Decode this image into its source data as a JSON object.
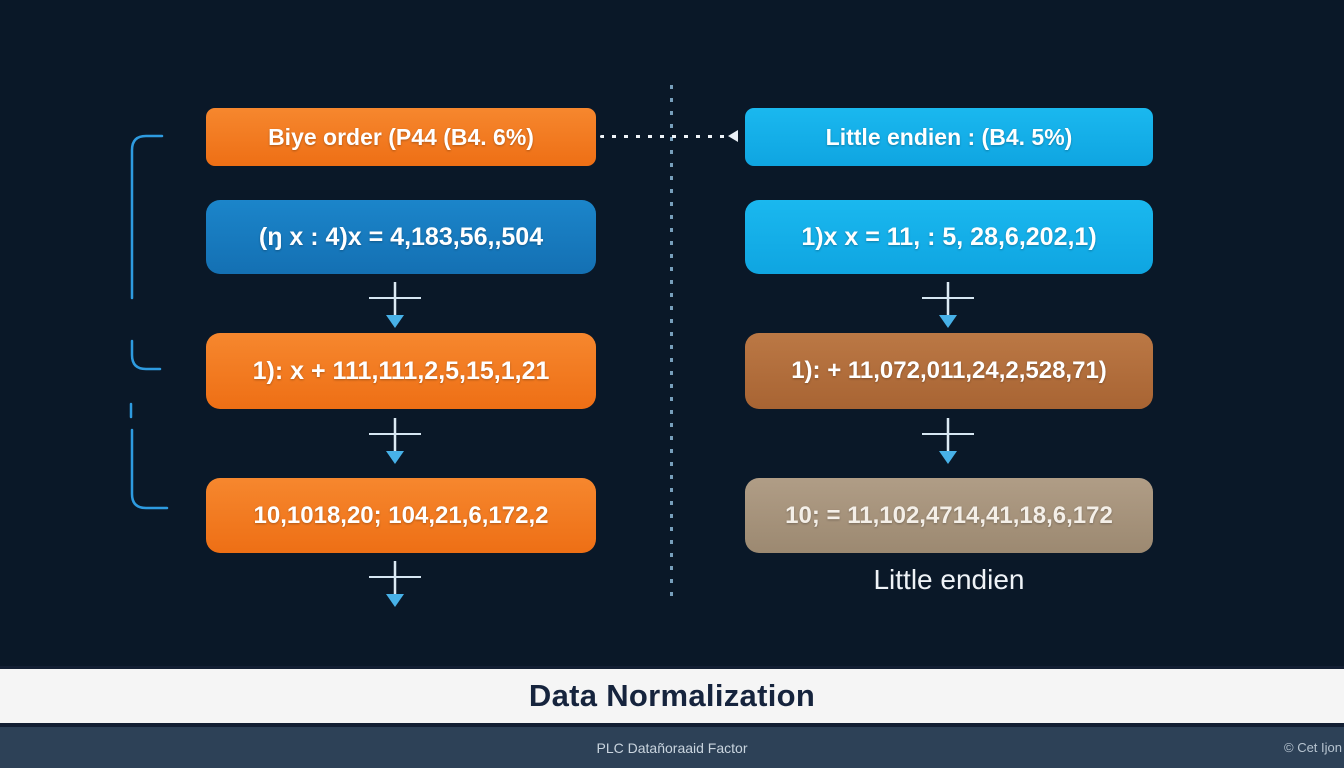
{
  "left_column": {
    "boxes": [
      {
        "label": "Biye order (P44 (B4. 6%)",
        "color": "orange"
      },
      {
        "label": "(ŋ  x : 4)x = 4,183,56,,504",
        "color": "blue"
      },
      {
        "label": "1): x + 111,111,2,5,15,1,21",
        "color": "orange"
      },
      {
        "label": "10,1018,20; 104,21,6,172,2",
        "color": "orange"
      }
    ]
  },
  "right_column": {
    "boxes": [
      {
        "label": "Little endien : (B4. 5%)",
        "color": "cyan"
      },
      {
        "label": "1)x x = 11, : 5, 28,6,202,1)",
        "color": "cyan"
      },
      {
        "label": "1): + 11,072,011,24,2,528,71)",
        "color": "brown"
      },
      {
        "label": "10; = 11,102,4714,41,18,6,172",
        "color": "tan"
      }
    ],
    "caption": "Little endien"
  },
  "banner": {
    "title": "Data Normalization"
  },
  "footer": {
    "center_text": "PLC Datañoraaid Factor",
    "right_text": "© Cet Ijon"
  },
  "colors": {
    "background": "#0a1828",
    "orange": "#f2791f",
    "blue": "#1779c0",
    "cyan": "#14aee9",
    "brown": "#b2703c",
    "tan": "#a79480",
    "accent_line": "#2e9be0",
    "banner_bg": "#f5f5f5",
    "banner_text": "#16243d",
    "footer_bg": "#2d4157"
  }
}
